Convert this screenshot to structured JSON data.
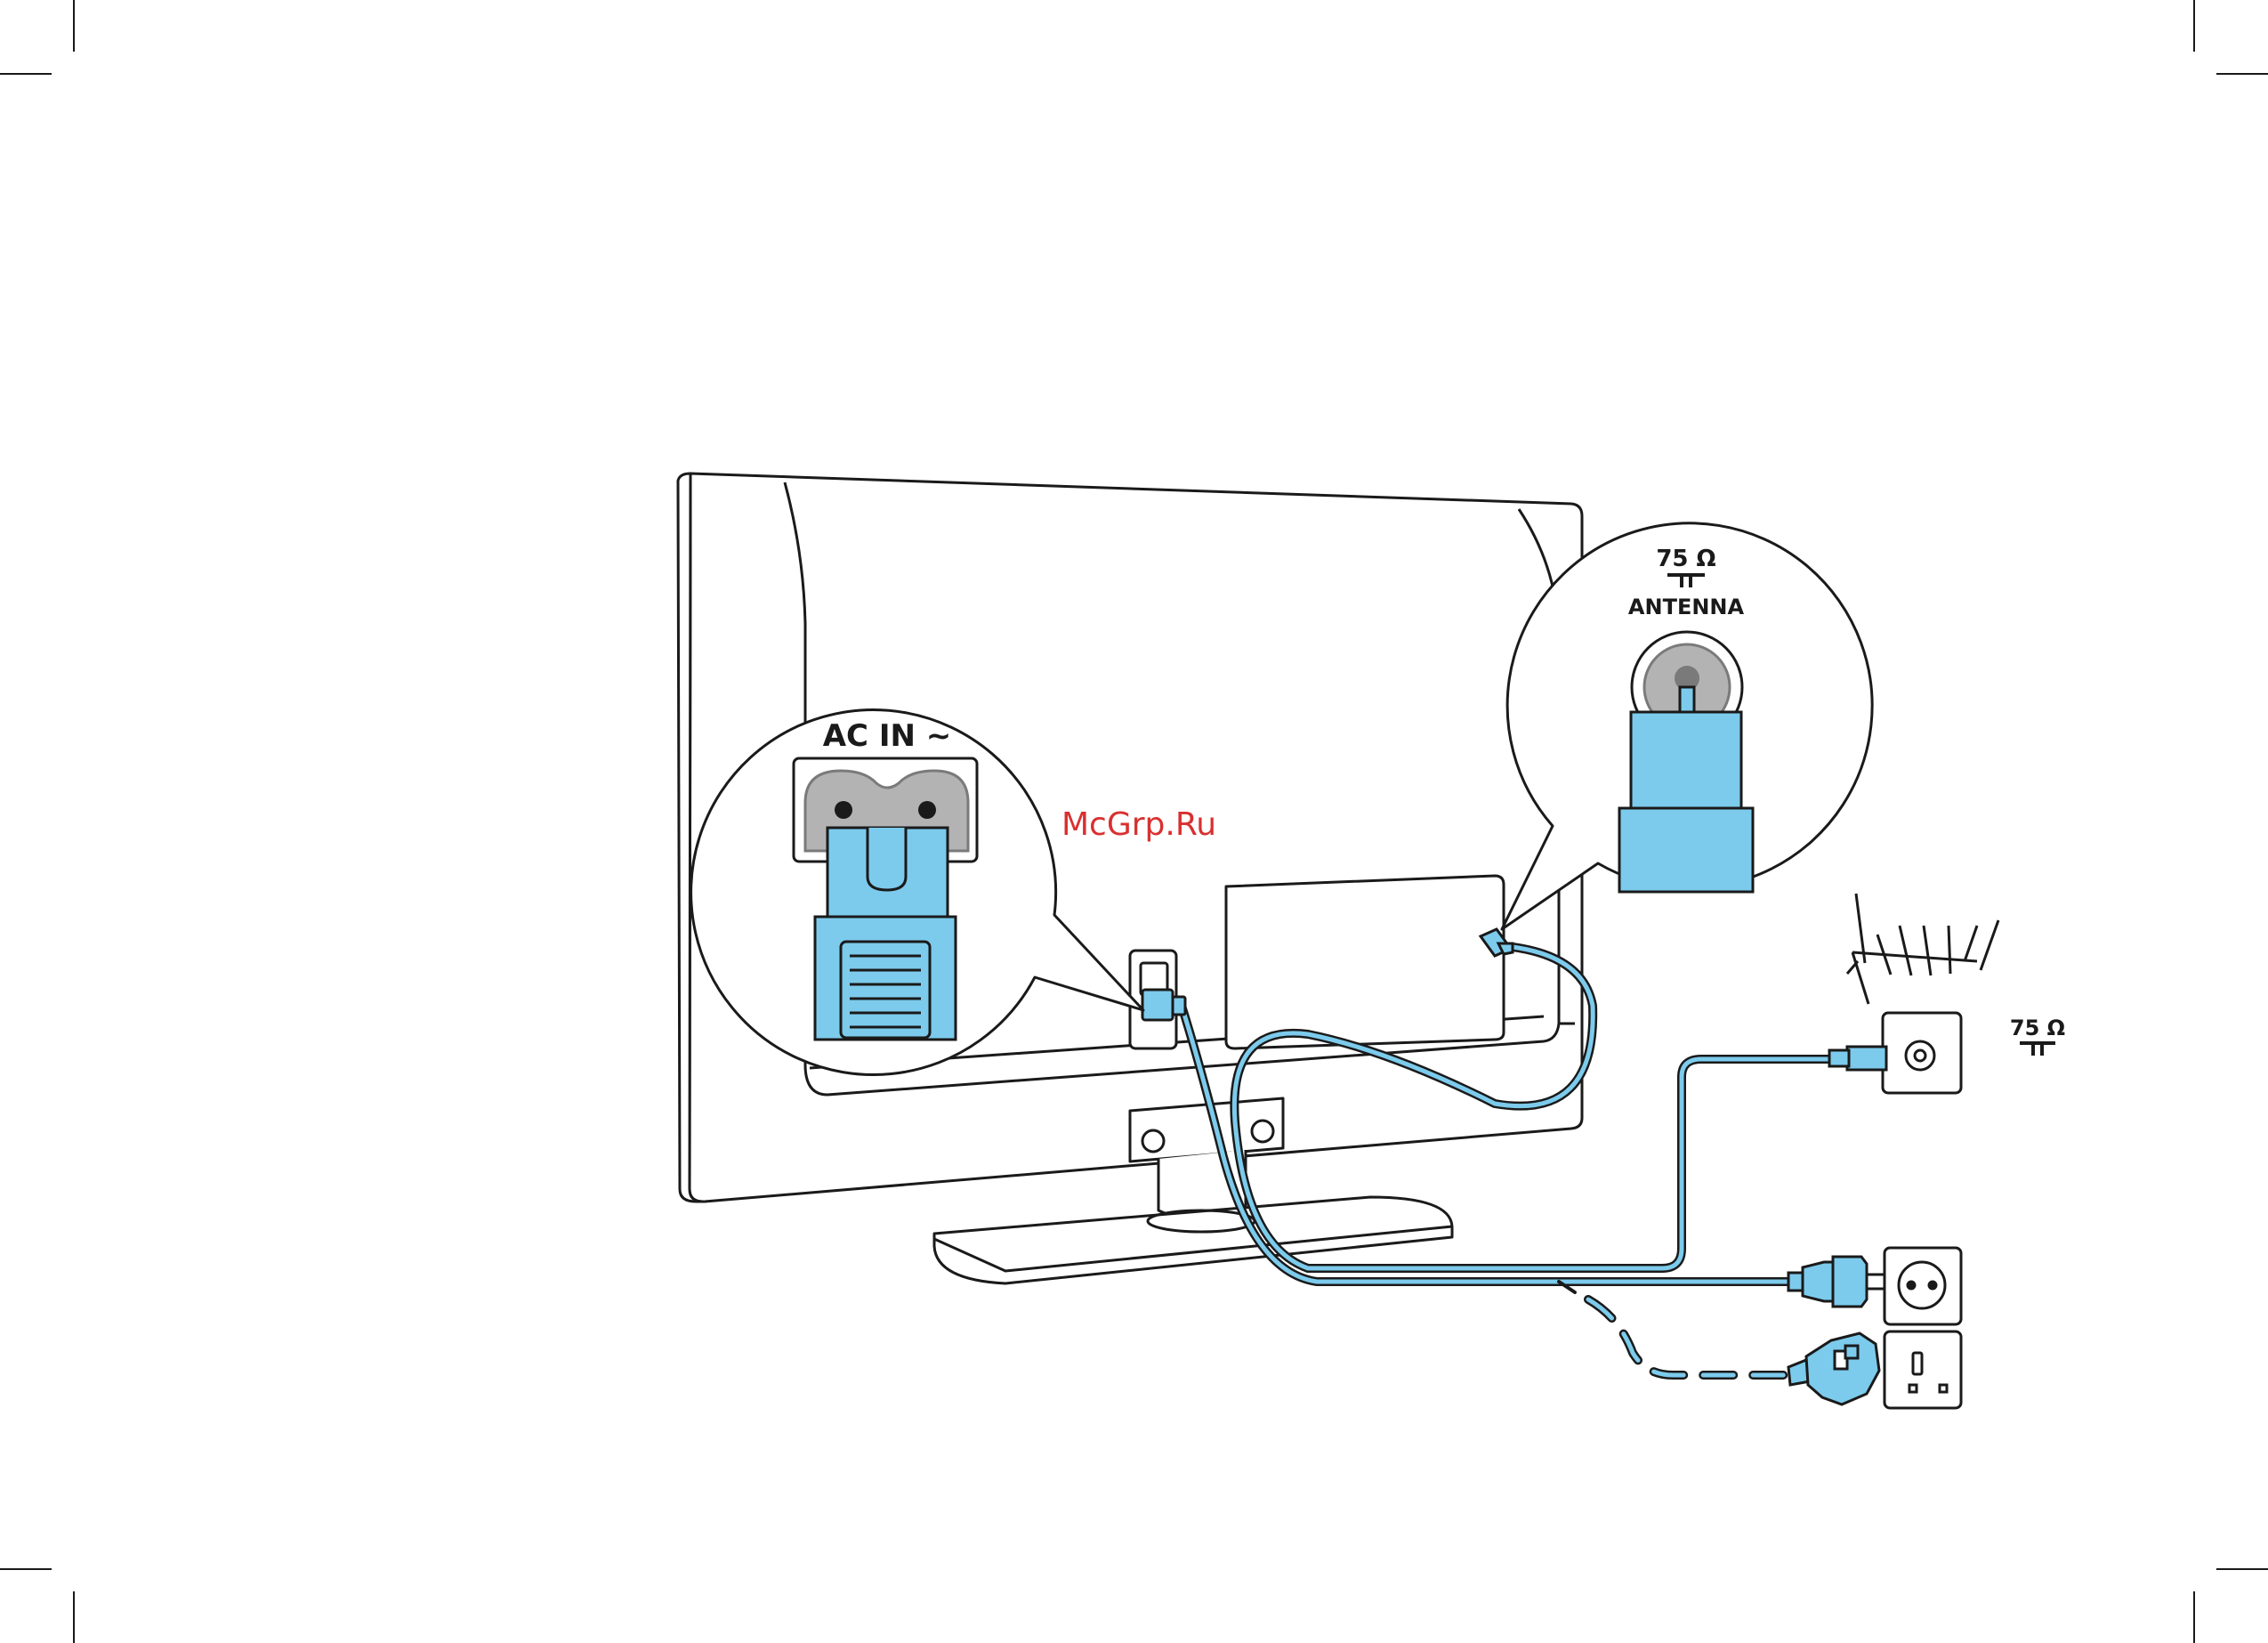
{
  "labels": {
    "ac_in": "AC IN ~",
    "antenna_impedance": "75 Ω",
    "antenna": "ANTENNA",
    "wall_impedance": "75 Ω"
  },
  "watermark": "McGrp.Ru",
  "colors": {
    "cable": "#7ccbec",
    "line": "#1a1a1a",
    "grey": "#b3b3b3",
    "dark_grey": "#7a7a7a",
    "watermark": "#d93030"
  },
  "icons": [
    "coax-symbol-icon",
    "euro-plug-icon",
    "uk-plug-icon",
    "antenna-aerial-icon"
  ]
}
